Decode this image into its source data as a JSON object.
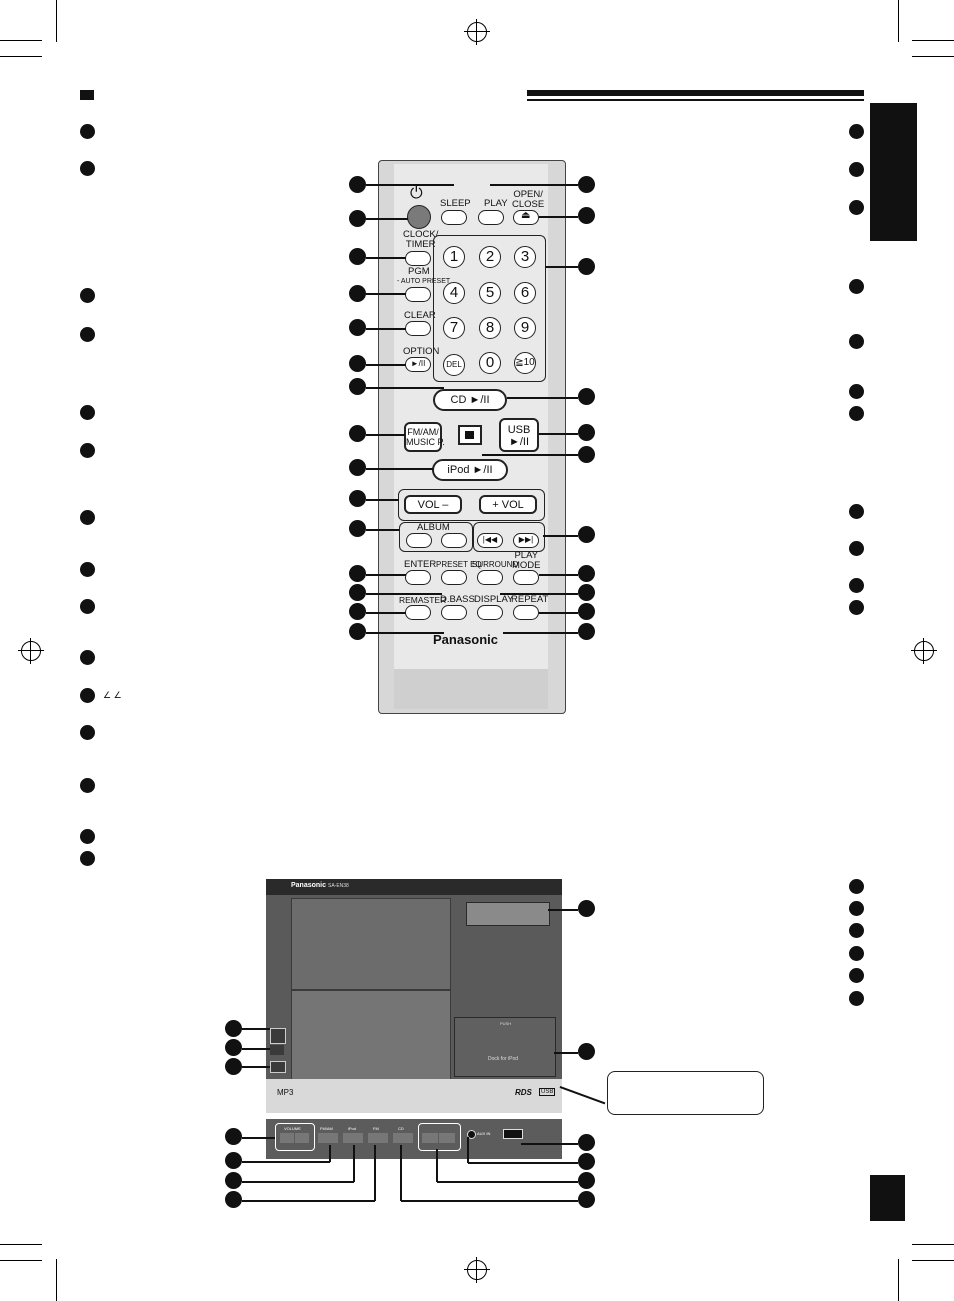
{
  "remote": {
    "sleep": "SLEEP",
    "play": "PLAY",
    "play_icon": "timer-play-icon",
    "open_close": "OPEN/\nCLOSE",
    "clock_timer": "CLOCK/\nTIMER",
    "pgm": "PGM",
    "auto_preset": "- AUTO PRESET",
    "clear": "CLEAR",
    "option": "OPTION",
    "del": "DEL",
    "cd": "CD ►/II",
    "fm_am": "FM/AM/\nMUSIC P.",
    "usb": "USB\n►/II",
    "ipod": "iPod ►/II",
    "vol_minus": "VOL –",
    "vol_plus": "+ VOL",
    "album": "ALBUM",
    "enter": "ENTER",
    "preset_eq": "PRESET EQ",
    "surround": "SURROUND",
    "play_mode": "PLAY\nMODE",
    "remaster": "REMASTER",
    "d_bass": "D.BASS",
    "display": "DISPLAY",
    "repeat": "REPEAT",
    "brand": "Panasonic",
    "keys": [
      "1",
      "2",
      "3",
      "4",
      "5",
      "6",
      "7",
      "8",
      "9",
      "0",
      "≧10"
    ]
  },
  "unit": {
    "brand": "Panasonic",
    "model": "SA-EN38",
    "mp3": "MP3",
    "rds": "RDS",
    "usb": "USB",
    "volume": "VOLUME",
    "fm_am": "FM/AM",
    "ipod": "iPod",
    "fm": "FM",
    "cd": "CD",
    "aux_in": "AUX IN",
    "dock": "Dock for iPod",
    "push": "PUSH"
  },
  "left_note": "∠ ∠"
}
